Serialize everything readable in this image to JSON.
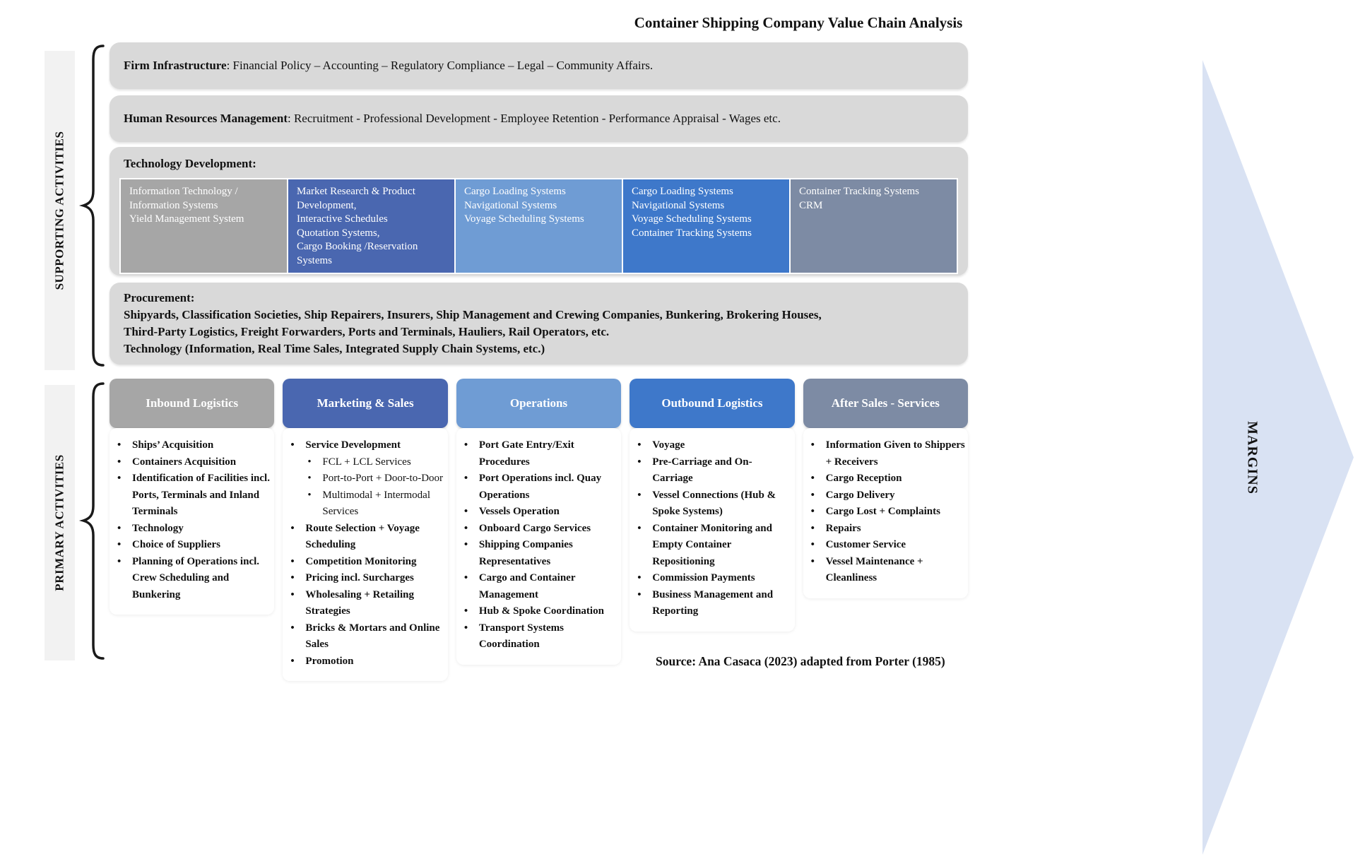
{
  "title": "Container Shipping Company Value Chain Analysis",
  "source": "Source: Ana Casaca (2023) adapted from Porter (1985)",
  "margins_label": "MARGINS",
  "colors": {
    "bar_gray": "#D9D9D9",
    "strip_gray": "#F2F2F2",
    "gray": "#A6A6A6",
    "dark_blue": "#4A67B0",
    "light_blue": "#6F9CD4",
    "mid_blue": "#3E78CA",
    "slate_blue": "#7D8BA4",
    "margins_fill": "#D9E2F3"
  },
  "supporting": {
    "label": "SUPPORTING ACTIVITIES",
    "firm_infrastructure": {
      "heading": "Firm Infrastructure",
      "text": ": Financial Policy – Accounting – Regulatory Compliance – Legal – Community Affairs."
    },
    "human_resources": {
      "heading": "Human Resources Management",
      "text": ": Recruitment - Professional Development - Employee Retention - Performance Appraisal - Wages etc."
    },
    "technology": {
      "heading": "Technology Development:",
      "boxes": [
        {
          "text": "Information Technology /\nInformation Systems\nYield Management System",
          "color": "#A6A6A6"
        },
        {
          "text": "Market Research  & Product Development,\nInteractive Schedules\nQuotation Systems,\nCargo Booking /Reservation Systems",
          "color": "#4A67B0"
        },
        {
          "text": "Cargo Loading Systems\nNavigational Systems\nVoyage Scheduling Systems",
          "color": "#6F9CD4"
        },
        {
          "text": "Cargo Loading Systems\nNavigational Systems\nVoyage Scheduling Systems\nContainer Tracking Systems",
          "color": "#3E78CA"
        },
        {
          "text": "Container Tracking Systems\nCRM",
          "color": "#7D8BA4"
        }
      ]
    },
    "procurement": {
      "heading": "Procurement:",
      "lines": [
        "Shipyards, Classification Societies, Ship Repairers, Insurers, Ship Management and Crewing Companies, Bunkering, Brokering Houses,",
        "Third-Party Logistics, Freight Forwarders, Ports and Terminals, Hauliers, Rail Operators, etc.",
        "Technology (Information, Real Time Sales, Integrated Supply Chain Systems, etc.)"
      ]
    }
  },
  "primary": {
    "label": "PRIMARY ACTIVITIES",
    "columns": [
      {
        "header": "Inbound Logistics",
        "color": "#A6A6A6",
        "items": [
          {
            "text": "Ships’ Acquisition"
          },
          {
            "text": "Containers Acquisition"
          },
          {
            "text": "Identification of Facilities incl. Ports, Terminals and Inland Terminals"
          },
          {
            "text": "Technology"
          },
          {
            "text": "Choice of Suppliers"
          },
          {
            "text": "Planning of Operations incl. Crew Scheduling and Bunkering"
          }
        ]
      },
      {
        "header": "Marketing & Sales",
        "color": "#4A67B0",
        "items": [
          {
            "text": "Service Development"
          },
          {
            "text": "FCL + LCL Services",
            "sub": true
          },
          {
            "text": "Port-to-Port + Door-to-Door",
            "sub": true
          },
          {
            "text": "Multimodal + Intermodal Services",
            "sub": true
          },
          {
            "text": "Route Selection + Voyage Scheduling"
          },
          {
            "text": "Competition Monitoring"
          },
          {
            "text": "Pricing incl. Surcharges"
          },
          {
            "text": "Wholesaling + Retailing Strategies"
          },
          {
            "text": "Bricks & Mortars and Online Sales"
          },
          {
            "text": "Promotion"
          }
        ]
      },
      {
        "header": "Operations",
        "color": "#6F9CD4",
        "items": [
          {
            "text": "Port Gate Entry/Exit Procedures"
          },
          {
            "text": "Port Operations incl. Quay Operations"
          },
          {
            "text": "Vessels Operation"
          },
          {
            "text": "Onboard Cargo Services"
          },
          {
            "text": "Shipping Companies Representatives"
          },
          {
            "text": "Cargo and Container Management"
          },
          {
            "text": "Hub & Spoke Coordination"
          },
          {
            "text": "Transport Systems Coordination"
          }
        ]
      },
      {
        "header": "Outbound Logistics",
        "color": "#3E78CA",
        "items": [
          {
            "text": "Voyage"
          },
          {
            "text": "Pre-Carriage and On-Carriage"
          },
          {
            "text": "Vessel Connections (Hub & Spoke Systems)"
          },
          {
            "text": "Container Monitoring and Empty Container Repositioning"
          },
          {
            "text": "Commission Payments"
          },
          {
            "text": "Business Management and Reporting"
          }
        ]
      },
      {
        "header": "After Sales - Services",
        "color": "#7D8BA4",
        "items": [
          {
            "text": "Information Given to Shippers + Receivers"
          },
          {
            "text": "Cargo Reception"
          },
          {
            "text": "Cargo Delivery"
          },
          {
            "text": "Cargo Lost + Complaints"
          },
          {
            "text": "Repairs"
          },
          {
            "text": "Customer Service"
          },
          {
            "text": "Vessel Maintenance + Cleanliness"
          }
        ]
      }
    ]
  }
}
